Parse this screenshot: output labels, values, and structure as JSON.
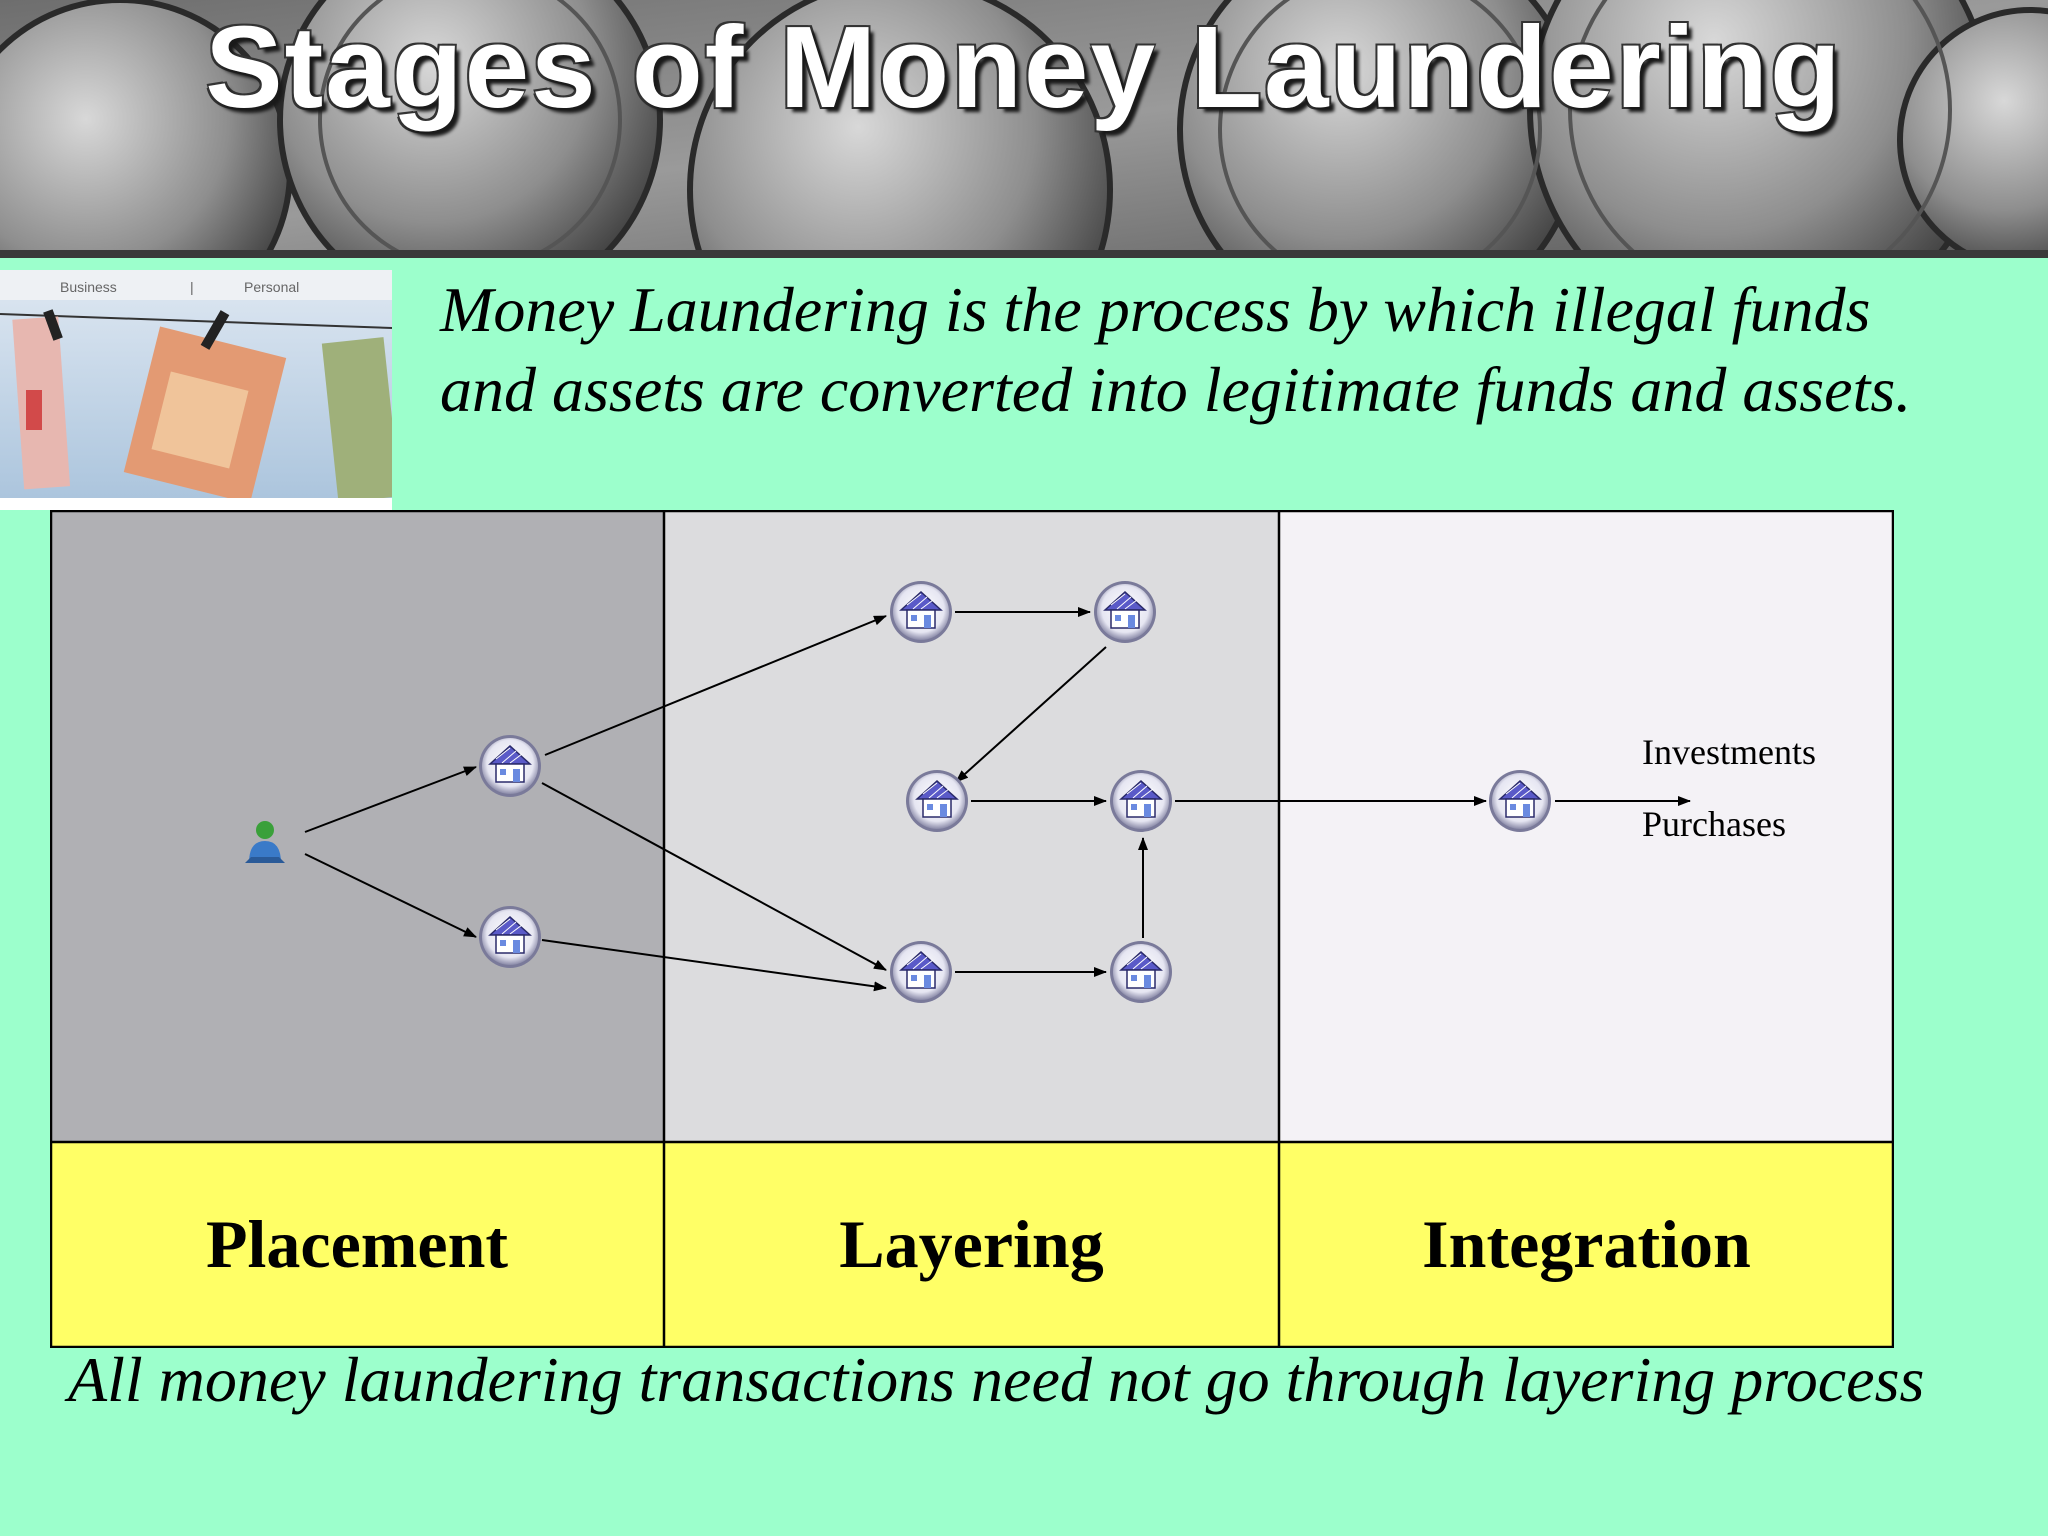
{
  "title": "Stages of Money Laundering",
  "intro": "Money Laundering is the process by which illegal funds and assets are converted into legitimate funds and assets.",
  "photo": {
    "tab_left": "Business",
    "tab_separator": "|",
    "tab_right": "Personal"
  },
  "stages": [
    {
      "label": "Placement",
      "color": "#b0b0b4"
    },
    {
      "label": "Layering",
      "color": "#dcdcde"
    },
    {
      "label": "Integration",
      "color": "#f4f2f6"
    }
  ],
  "label_band_color": "#ffff66",
  "destinations": [
    "Investments",
    "Purchases"
  ],
  "footnote": "All money laundering transactions need not go through layering process",
  "icons": {
    "source": "person-icon",
    "node": "house-icon"
  }
}
